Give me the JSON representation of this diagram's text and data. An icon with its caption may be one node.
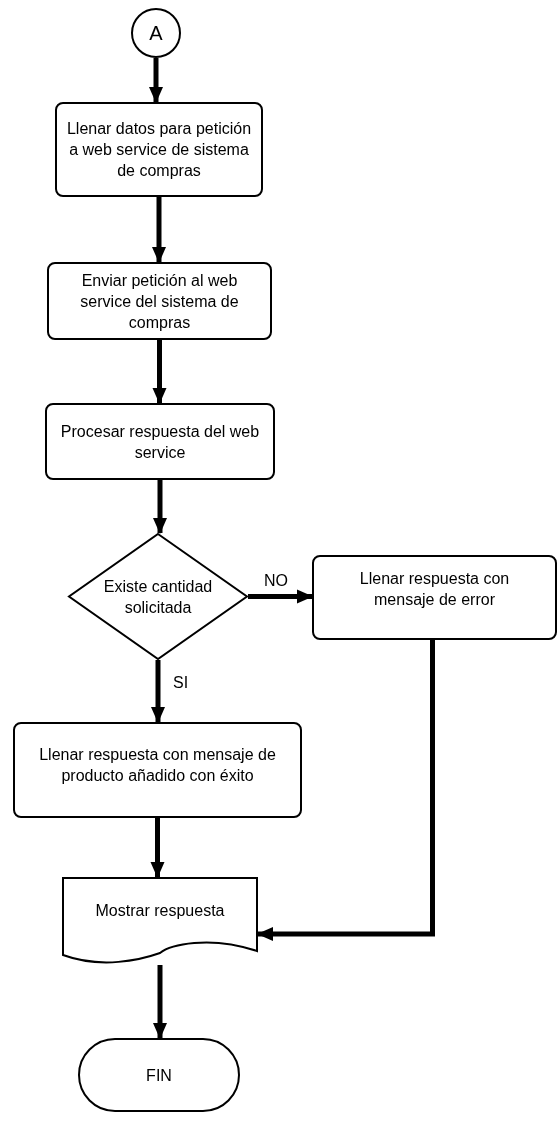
{
  "diagram": {
    "nodes": [
      {
        "text": [
          "A"
        ]
      },
      {
        "text": [
          "Llenar datos para petición a web service de sistema de compras"
        ]
      },
      {
        "text": [
          "Enviar petición al web service del sistema de compras"
        ]
      },
      {
        "text": [
          "Procesar respuesta del web service"
        ]
      },
      {
        "text": [
          "Existe cantidad solicitada"
        ]
      },
      {
        "text": [
          "Llenar respuesta con mensaje de error"
        ]
      },
      {
        "text": [
          "Llenar respuesta con mensaje de producto añadido con éxito"
        ]
      },
      {
        "text": [
          "Mostrar respuesta"
        ]
      },
      {
        "text": [
          "FIN"
        ]
      }
    ],
    "edges": [
      {
        "from": 0,
        "to": 1,
        "arrow": "to"
      },
      {
        "from": 1,
        "to": 2,
        "arrow": "to"
      },
      {
        "from": 2,
        "to": 3,
        "arrow": "to"
      },
      {
        "from": 3,
        "to": 4,
        "arrow": "to"
      },
      {
        "from": 4,
        "to": 5,
        "arrow": "to",
        "label": "NO"
      },
      {
        "from": 4,
        "to": 6,
        "arrow": "to",
        "label": "SI"
      },
      {
        "from": 6,
        "to": 7,
        "arrow": "to"
      },
      {
        "from": 5,
        "to": 7,
        "arrow": "to"
      },
      {
        "from": 7,
        "to": 8,
        "arrow": "to"
      }
    ]
  }
}
